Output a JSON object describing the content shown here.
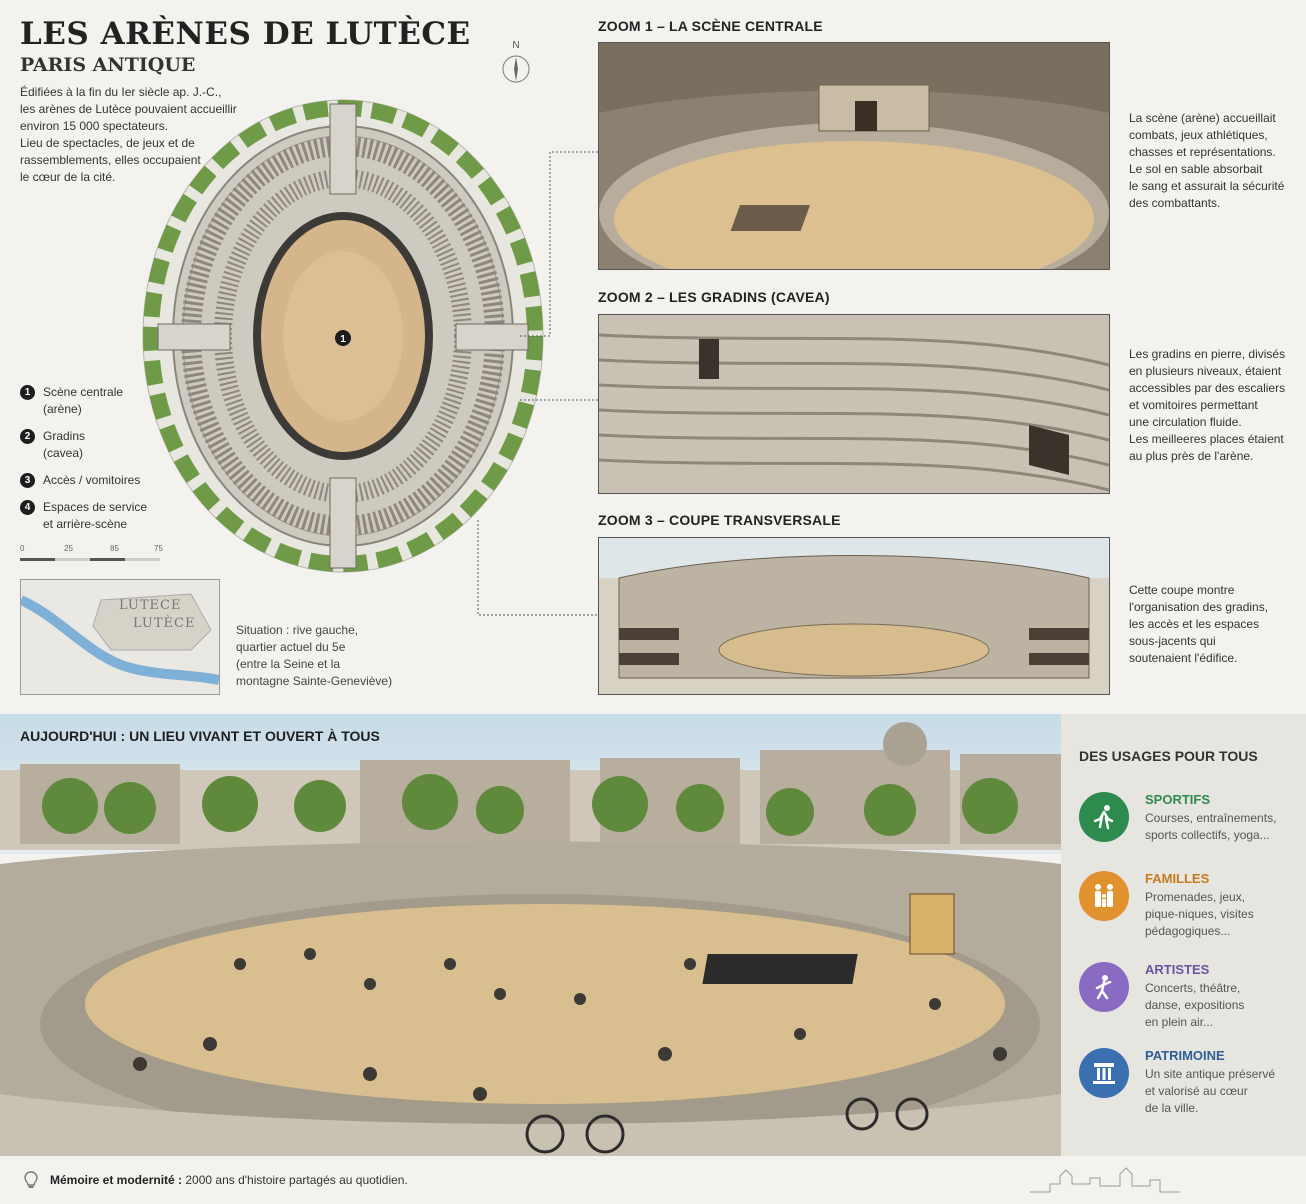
{
  "header": {
    "title": "LES ARÈNES DE LUTÈCE",
    "subtitle": "PARIS ANTIQUE",
    "intro": "Édifiées à la fin du Ier siècle ap. J.-C.,\nles arènes de Lutèce pouvaient accueillir\nenviron 15 000 spectateurs.\nLieu de spectacles, de jeux et de\nrassemblements, elles occupaient\nle cœur de la cité."
  },
  "compass": {
    "label": "N"
  },
  "plan": {
    "center_marker": "1"
  },
  "legend": [
    {
      "num": "1",
      "text": "Scène centrale\n(arène)"
    },
    {
      "num": "2",
      "text": "Gradins\n(cavea)"
    },
    {
      "num": "3",
      "text": "Accès / vomitoires"
    },
    {
      "num": "4",
      "text": "Espaces de service\net arrière-scène"
    }
  ],
  "scale": {
    "ticks": [
      "0",
      "25",
      "85",
      "75"
    ]
  },
  "minimap": {
    "label1": "LUTECE",
    "label2": "LUTÈCE"
  },
  "situation": "Situation : rive gauche,\nquartier actuel du 5e\n(entre la Seine et la\nmontagne Sainte-Geneviève)",
  "zooms": [
    {
      "title": "ZOOM 1 – LA SCÈNE CENTRALE",
      "text": "La scène (arène) accueillait\ncombats, jeux athlétiques,\nchasses et représentations.\nLe sol en sable absorbait\nle sang et assurait la sécurité\ndes combattants."
    },
    {
      "title": "ZOOM 2 – LES GRADINS (CAVEA)",
      "text": "Les gradins en pierre, divisés\nen plusieurs niveaux, étaient\naccessibles par des escaliers\net vomitoires permettant\nune circulation fluide.\nLes meilleeres places étaient\nau plus près de l'arène."
    },
    {
      "title": "ZOOM 3 – COUPE TRANSVERSALE",
      "text": "Cette coupe montre\nl'organisation des gradins,\nles accès et les espaces\nsous-jacents qui\nsoutenaient l'édifice."
    }
  ],
  "today": {
    "title": "AUJOURD'HUI : UN LIEU VIVANT ET OUVERT À TOUS"
  },
  "usages": {
    "title": "DES USAGES POUR TOUS",
    "items": [
      {
        "name": "SPORTIFS",
        "desc": "Courses, entraînements,\nsports collectifs, yoga...",
        "color": "#2e8b4e",
        "icon": "runner-icon"
      },
      {
        "name": "FAMILLES",
        "desc": "Promenades, jeux,\npique-niques, visites\npédagogiques...",
        "color": "#e0922f",
        "icon": "family-icon"
      },
      {
        "name": "ARTISTES",
        "desc": "Concerts, théâtre,\ndanse, expositions\nen plein air...",
        "color": "#8a6bc4",
        "icon": "performer-icon"
      },
      {
        "name": "PATRIMOINE",
        "desc": "Un site antique préservé\net valorisé au cœur\nde la ville.",
        "color": "#3a6fb0",
        "icon": "column-icon"
      }
    ]
  },
  "footer": {
    "bold": "Mémoire et modernité :",
    "text": " 2000 ans d'histoire partagés au quotidien."
  }
}
